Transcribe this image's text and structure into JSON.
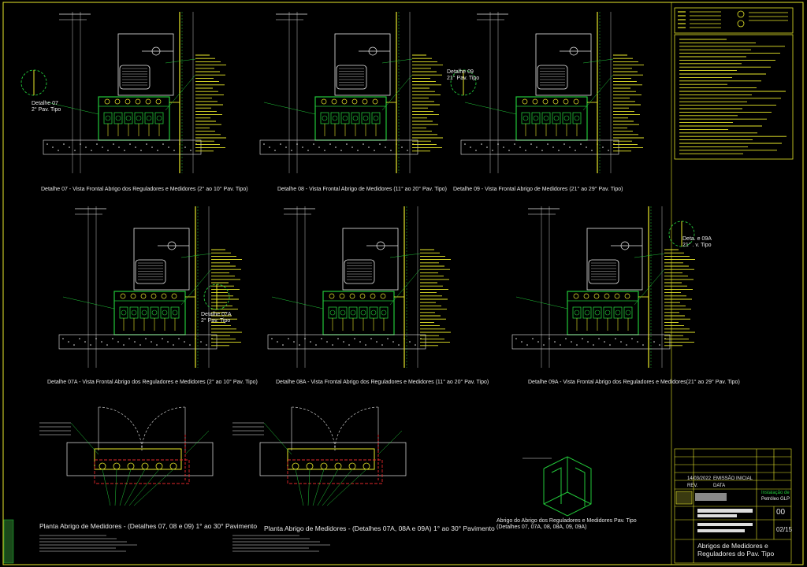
{
  "sheet": {
    "background": "#000000",
    "colors": {
      "green": "#22c83a",
      "yellow": "#e8e82a",
      "red": "#e0262a",
      "white": "#e8e8e8",
      "gray": "#8a8a8a"
    }
  },
  "elevations": [
    {
      "caption": "Detalhe 07 - Vista Frontal Abrigo dos Reguladores e Medidores (2° ao 10° Pav. Tipo)",
      "detail_label": "Detalhe 07",
      "detail_sub": "2° Pav. Tipo"
    },
    {
      "caption": "Detalhe 08 - Vista Frontal Abrigo de Medidores (11° ao 20° Pav. Tipo)"
    },
    {
      "caption": "Detalhe 09 - Vista Frontal Abrigo de Medidores (21° ao 29° Pav. Tipo)",
      "detail_label": "Detalhe 09",
      "detail_sub": "21° Pav. Tipo"
    },
    {
      "caption": "Detalhe 07A - Vista Frontal Abrigo dos Reguladores e Medidores (2° ao 10° Pav. Tipo)",
      "detail_label": "Detalhe 07A",
      "detail_sub": "2° Pav. Tipo"
    },
    {
      "caption": "Detalhe 08A - Vista Frontal Abrigo dos Reguladores e Medidores (11° ao 20° Pav. Tipo)"
    },
    {
      "caption": "Detalhe 09A - Vista Frontal Abrigo dos Reguladores e Medidores(21° ao 29° Pav. Tipo)",
      "detail_label": "Deta. e 09A",
      "detail_sub": "21° . v. Tipo"
    }
  ],
  "plans": [
    {
      "caption": "Planta Abrigo de Medidores - (Detalhes 07, 08 e 09) 1° ao 30° Pavimento"
    },
    {
      "caption": "Planta Abrigo de Medidores - (Detalhes 07A, 08A e 09A) 1° ao 30° Pavimento"
    }
  ],
  "iso": {
    "caption_line1": "Abrigo do Abrigo dos Reguladores e Medidores Pav. Tipo",
    "caption_line2": "(Detalhes 07, 07A, 08, 08A, 09, 09A)"
  },
  "title_block": {
    "installation_label": "Instalação de",
    "installation_value": "Petróleo GLP",
    "sheet_no": "00",
    "page": "02/15",
    "drawing_title_line1": "Abrigos de Medidores e",
    "drawing_title_line2": "Reguladores do Pav. Tipo",
    "row1_a": "14/03/2022",
    "row1_b": "EMISSÃO INICIAL",
    "row2_a": "REV.",
    "row2_b": "DATA"
  }
}
